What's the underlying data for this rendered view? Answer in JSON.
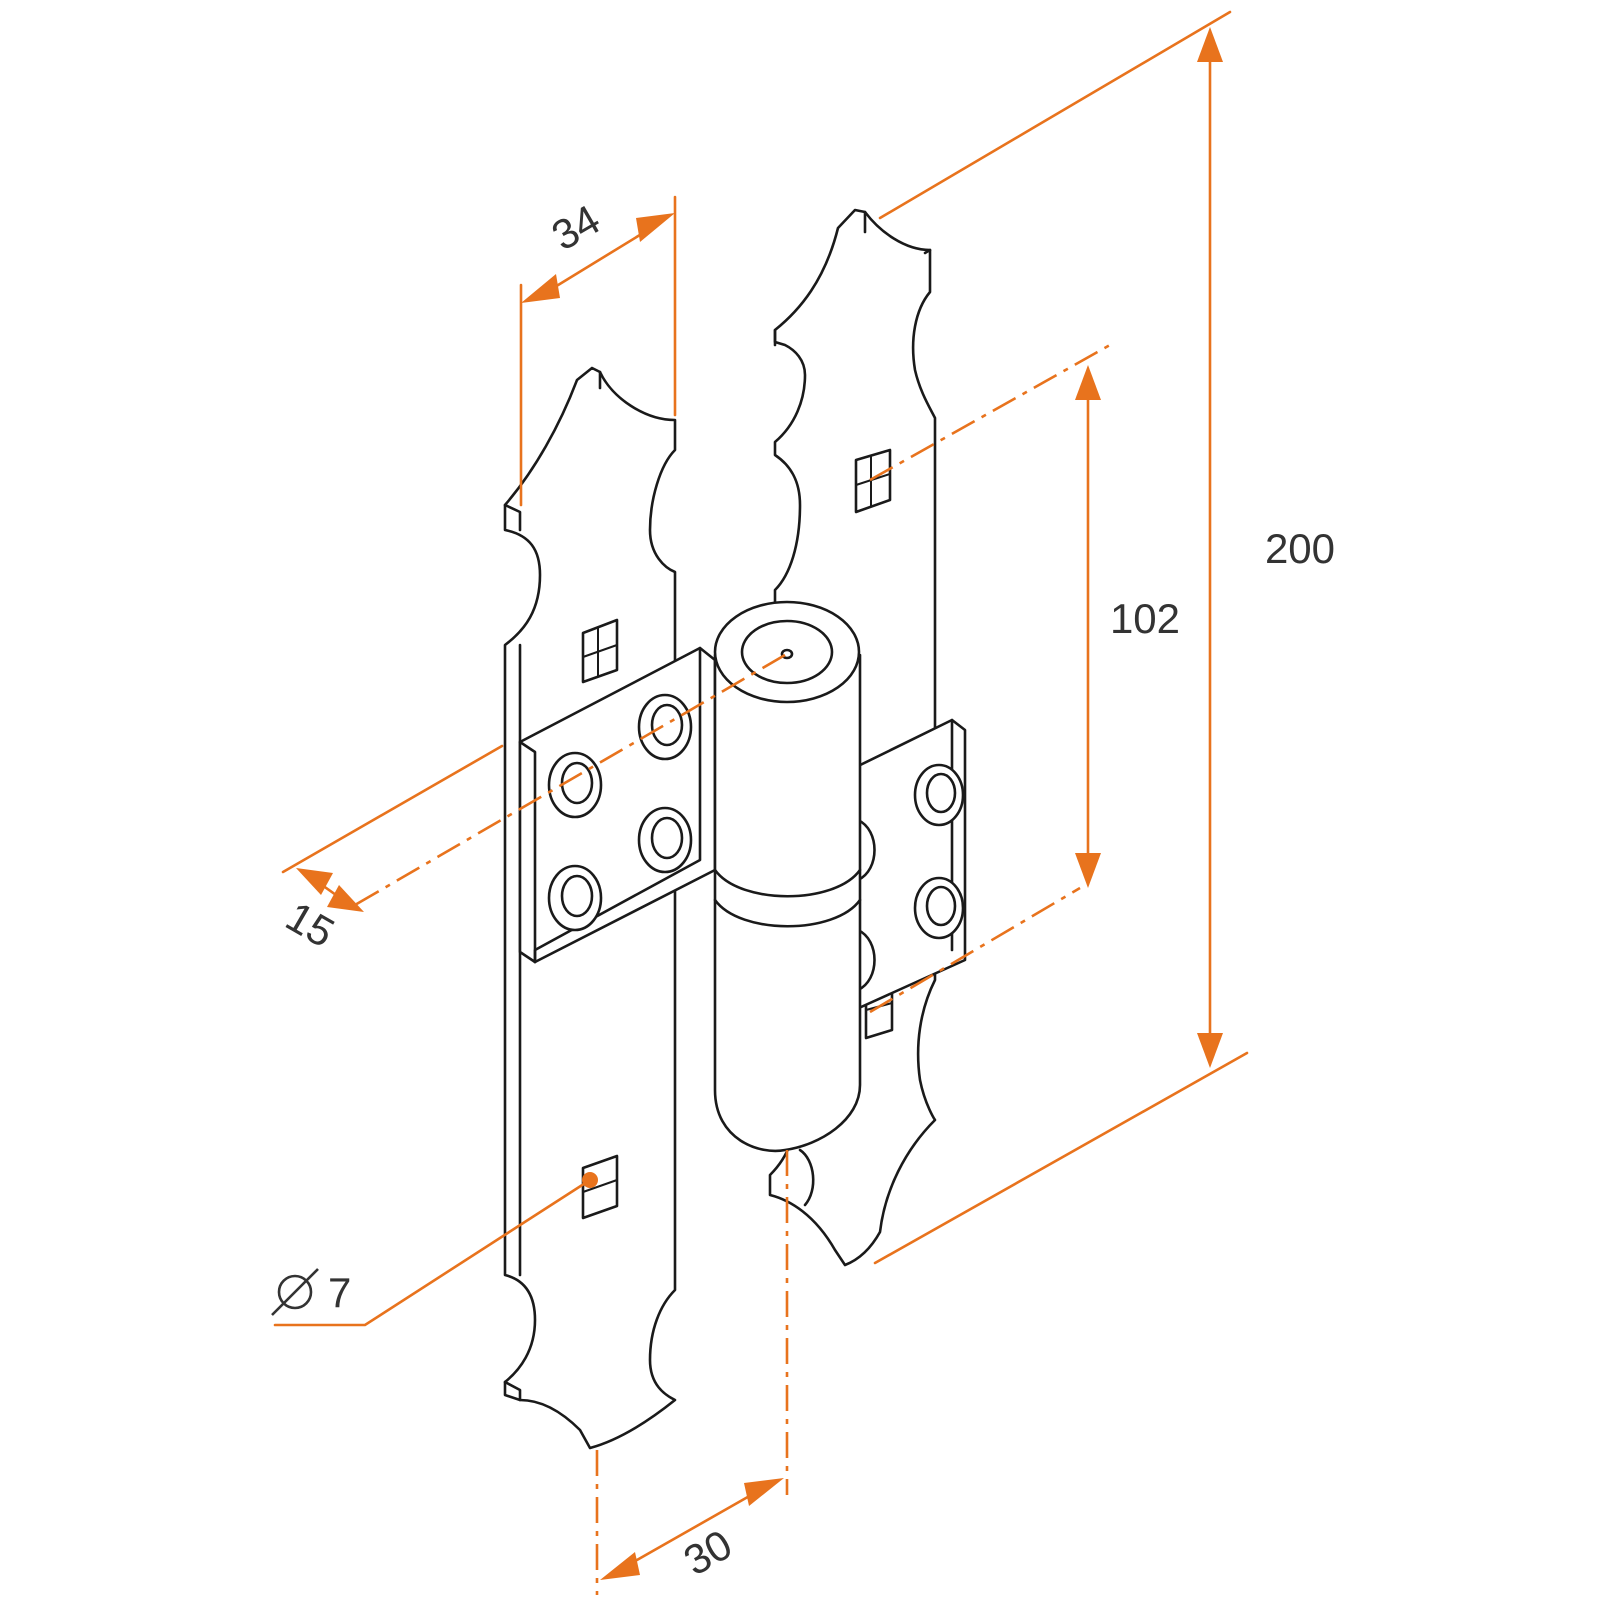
{
  "drawing": {
    "subject": "",
    "accent_color": "#e8731d",
    "line_color": "#1a1a1a"
  },
  "dimensions": {
    "width_34": "34",
    "height_200": "200",
    "spacing_102": "102",
    "offset_15": "15",
    "hole_7": "7",
    "offset_30": "30"
  },
  "icons": {
    "diameter_symbol": "diameter-icon"
  }
}
